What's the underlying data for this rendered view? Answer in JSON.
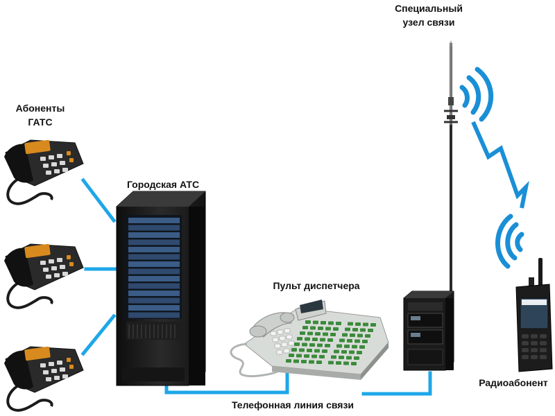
{
  "labels": {
    "subscribers_line1": "Абоненты",
    "subscribers_line2": "ГАТС",
    "city_pbx": "Городская АТС",
    "dispatcher_console": "Пульт диспетчера",
    "special_node_line1": "Специальный",
    "special_node_line2": "узел связи",
    "radio_subscriber": "Радиоабонент",
    "phone_line": "Телефонная линия связи"
  },
  "colors": {
    "link": "#1ea7e8",
    "wave": "#1a8fd6",
    "equipment_dark": "#1b1b1b",
    "console_body": "#e4e8e4",
    "key_green": "#3c8a3c"
  }
}
